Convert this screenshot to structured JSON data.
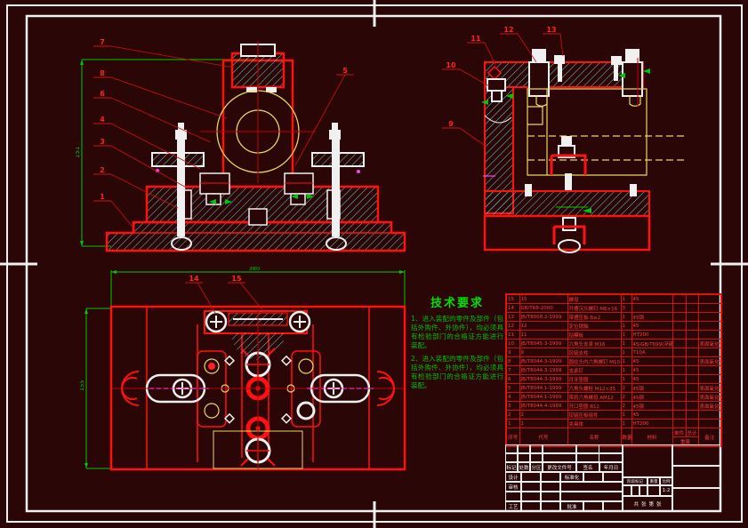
{
  "colors": {
    "background": "#2a0606",
    "line_red": "#ff1111",
    "hatch_cyan": "#6fe2e2",
    "dim_green": "#00c800",
    "detail_white": "#f0f0f0",
    "part_yellow": "#e8d860",
    "accent_magenta": "#ff40ff",
    "table_red": "#e01212"
  },
  "views": {
    "front": {
      "callouts": [
        {
          "label": "7"
        },
        {
          "label": "8"
        },
        {
          "label": "6"
        },
        {
          "label": "4"
        },
        {
          "label": "3"
        },
        {
          "label": "2"
        },
        {
          "label": "1"
        },
        {
          "label": "5"
        }
      ],
      "height_dim": "151"
    },
    "side": {
      "callouts": [
        {
          "label": "11"
        },
        {
          "label": "12"
        },
        {
          "label": "13"
        },
        {
          "label": "10"
        },
        {
          "label": "9"
        }
      ]
    },
    "plan": {
      "callouts": [
        {
          "label": "14"
        },
        {
          "label": "15"
        }
      ],
      "width_dim": "380",
      "height_dim": "155"
    }
  },
  "tech_req": {
    "title": "技术要求",
    "items": [
      "1、进入装配的零件及部件（包括外购件、外协件），均必须具有检验部门的合格证方能进行装配。",
      "2、进入装配的零件及部件（包括外购件、外协件），均必须具有检验部门的合格证方能进行装配。"
    ]
  },
  "bom": {
    "headers": {
      "no": "序号",
      "code": "代号",
      "name": "名称",
      "qty": "数量",
      "material": "材料",
      "unit": "单件",
      "total": "总计",
      "weight": "重量",
      "remark": "备注"
    },
    "rows": [
      {
        "no": "15",
        "code": "15",
        "name": "螺母",
        "qty": "1",
        "material": "45",
        "remark": ""
      },
      {
        "no": "14",
        "code": "GB/T68-2000",
        "name": "开槽沉头螺钉 M6×16",
        "qty": "3",
        "material": "",
        "remark": ""
      },
      {
        "no": "13",
        "code": "JB/T8008.2-1999",
        "name": "带槽压板 B≥2",
        "qty": "1",
        "material": "45钢",
        "remark": ""
      },
      {
        "no": "12",
        "code": "12",
        "name": "定位销轴",
        "qty": "1",
        "material": "45",
        "remark": ""
      },
      {
        "no": "11",
        "code": "11",
        "name": "钻模板",
        "qty": "1",
        "material": "HT200",
        "remark": ""
      },
      {
        "no": "10",
        "code": "JB/T8045.3-1999",
        "name": "六角头支承 M16",
        "qty": "1",
        "material": "45/GB/T699(淬硬)",
        "remark": "表面氧化处理"
      },
      {
        "no": "9",
        "code": "9",
        "name": "铰链支柱",
        "qty": "1",
        "material": "T10A",
        "remark": ""
      },
      {
        "no": "8",
        "code": "JB/T8044.3-1999",
        "name": "圆柱头内六角螺钉 M10×15",
        "qty": "1",
        "material": "45",
        "remark": "表面氧化处理"
      },
      {
        "no": "7",
        "code": "JB/T8044.3-1999",
        "name": "支承钉",
        "qty": "1",
        "material": "45",
        "remark": ""
      },
      {
        "no": "6",
        "code": "JB/T8044.3-1999",
        "name": "月牙垫圈",
        "qty": "1",
        "material": "45",
        "remark": ""
      },
      {
        "no": "5",
        "code": "JB/T8044.1-1999",
        "name": "六角头螺栓 M12×35",
        "qty": "2",
        "material": "45钢",
        "remark": "表面氧化处理"
      },
      {
        "no": "4",
        "code": "JB/T8044.1-1999",
        "name": "带肩六角螺母 AM12",
        "qty": "2",
        "material": "45钢",
        "remark": "表面氧化处理"
      },
      {
        "no": "3",
        "code": "JB/T8044.4-1999",
        "name": "开口垫圈 B12",
        "qty": "2",
        "material": "45钢",
        "remark": "表面氧化处理"
      },
      {
        "no": "2",
        "code": "2",
        "name": "铰链压板组件",
        "qty": "1",
        "material": "45",
        "remark": ""
      },
      {
        "no": "1",
        "code": "1",
        "name": "夹具体",
        "qty": "1",
        "material": "HT200",
        "remark": ""
      }
    ]
  },
  "title_block": {
    "revision_headers": [
      "标记",
      "处数",
      "分区",
      "更改文件号",
      "签名",
      "年月日"
    ],
    "roles": {
      "design": "设计",
      "check": "审核",
      "process": "工艺",
      "standard": "标准化",
      "approve": "批准"
    },
    "stage_mark": "阶段标记",
    "weight": "重量",
    "scale": "比例",
    "scale_value": "1:2",
    "sheet_total_prefix": "共",
    "sheet_total_unit": "张",
    "sheet_no_prefix": "第",
    "sheet_no_unit": "张"
  }
}
